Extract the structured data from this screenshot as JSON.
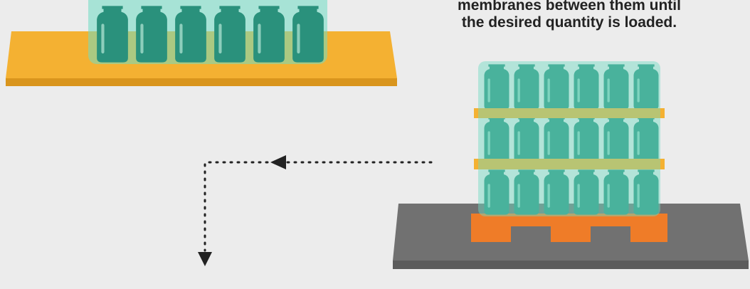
{
  "caption": {
    "lines": [
      "membranes between them until",
      "the desired quantity is loaded."
    ]
  },
  "colors": {
    "background": "#ececec",
    "bottle": "#2a917c",
    "bottle_highlight": "#9fd8c8",
    "wrap": "#6fdcc4",
    "tray_top": "#f4b132",
    "tray_edge": "#d9951d",
    "membrane": "#f4b132",
    "pallet_top": "#717171",
    "pallet_edge": "#5b5b5b",
    "pallet_base": "#ef7c28",
    "arrow": "#222222",
    "text": "#222222"
  },
  "icons": {
    "top_left_tray": "tray-with-bottles-icon",
    "stacked_pallet": "stacked-pallet-icon",
    "flow_arrow": "dotted-flow-arrow-icon"
  },
  "layout_content": {
    "top_tray_bottle_count": 6,
    "stack_layers": 3,
    "bottles_per_layer": 6
  }
}
